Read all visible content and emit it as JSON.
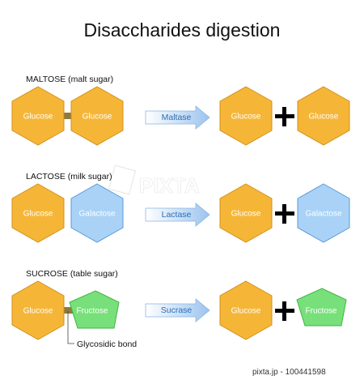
{
  "title": "Disaccharides digestion",
  "colors": {
    "glucose": "#f5b638",
    "galactose": "#a9d2f6",
    "fructose": "#78e07a",
    "arrow": "#bcd8f5",
    "enzyme_text": "#2a6fb8"
  },
  "rows": [
    {
      "heading": "MALTOSE (malt sugar)",
      "left_a": "Glucose",
      "left_b": "Glucose",
      "enzyme": "Maltase",
      "product_a": "Glucose",
      "product_b": "Glucose"
    },
    {
      "heading": "LACTOSE (milk sugar)",
      "left_a": "Glucose",
      "left_b": "Galactose",
      "enzyme": "Lactase",
      "product_a": "Glucose",
      "product_b": "Galactose"
    },
    {
      "heading": "SUCROSE (table sugar)",
      "left_a": "Glucose",
      "left_b": "Fructose",
      "enzyme": "Sucrase",
      "product_a": "Glucose",
      "product_b": "Fructose"
    }
  ],
  "bond_label": "Glycosidic bond",
  "plus_sign": "+",
  "watermark": "PIXTA",
  "credit": "pixta.jp - 100441598"
}
